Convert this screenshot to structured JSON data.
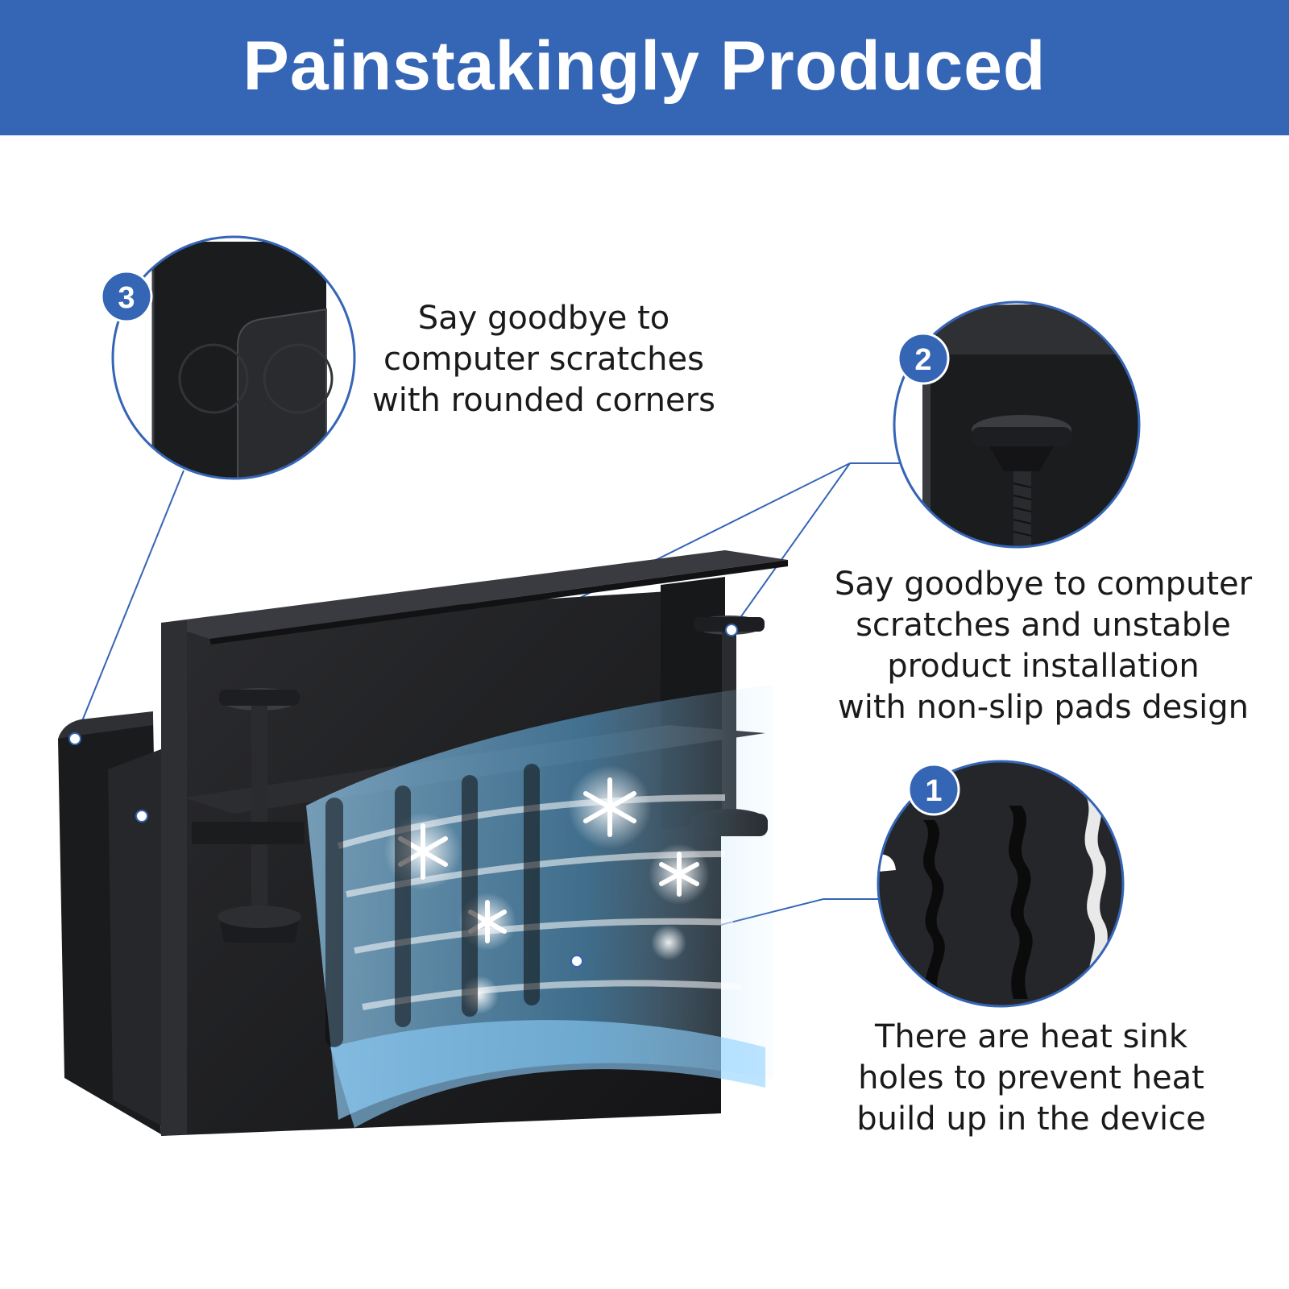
{
  "banner": {
    "title": "Painstakingly Produced",
    "color": "#3565b5"
  },
  "features": [
    {
      "number": "1",
      "caption_lines": [
        "There are heat sink",
        "holes to prevent heat",
        "build up in the device"
      ]
    },
    {
      "number": "2",
      "caption_lines": [
        "Say goodbye to computer",
        "scratches and unstable",
        "product installation",
        "with non-slip pads design"
      ]
    },
    {
      "number": "3",
      "caption_lines": [
        "Say goodbye to",
        "computer scratches",
        "with rounded corners"
      ]
    }
  ],
  "colors": {
    "accent": "#3565b5",
    "product": "#1c1c1e",
    "airflow": "#7fc8f0"
  }
}
